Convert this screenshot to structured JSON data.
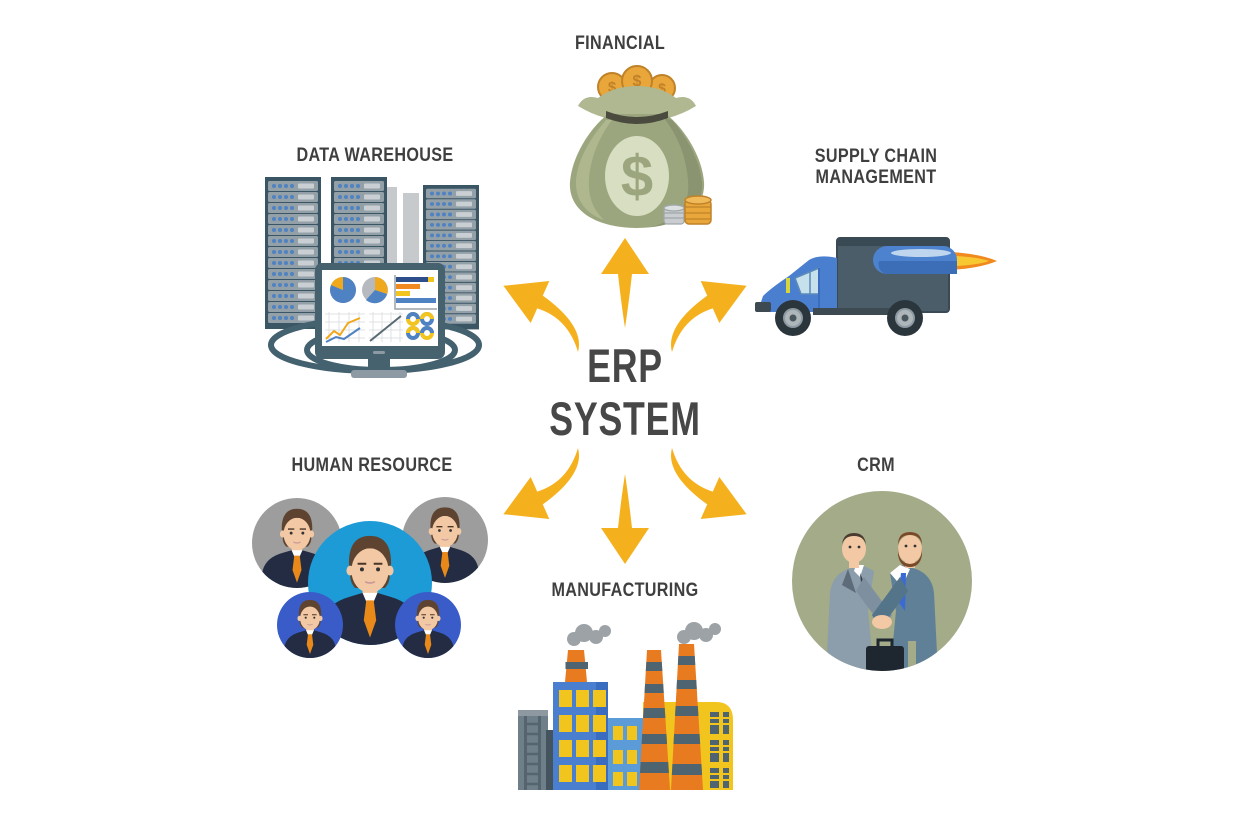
{
  "center": {
    "label_line1": "ERP",
    "label_line2": "SYSTEM"
  },
  "nodes": {
    "financial": {
      "label": "FINANCIAL",
      "icon": "money-bag-icon",
      "currency_symbol": "$"
    },
    "data_warehouse": {
      "label": "DATA WAREHOUSE",
      "icon": "server-racks-monitor-icon"
    },
    "supply_chain": {
      "label": "SUPPLY CHAIN MANAGEMENT",
      "icon": "delivery-truck-rocket-icon"
    },
    "human_resource": {
      "label": "HUMAN RESOURCE",
      "icon": "team-avatars-icon"
    },
    "crm": {
      "label": "CRM",
      "icon": "handshake-circle-icon"
    },
    "manufacturing": {
      "label": "MANUFACTURING",
      "icon": "factory-icon"
    }
  },
  "arrows": [
    "up",
    "upper-left",
    "upper-right",
    "down",
    "lower-left",
    "lower-right"
  ],
  "colors": {
    "arrow": "#F5B01E",
    "label_text": "#3F3F3F",
    "center_text": "#474747",
    "background": "#FFFFFF",
    "bag_green": "#9CA67E",
    "slate_dark": "#3A5564",
    "blue_accent": "#4A7FD0",
    "avatar_blue": "#1D9BD7",
    "avatar_royal": "#3A5CC8",
    "avatar_gray": "#9D9D9D",
    "crm_olive": "#A3AB89",
    "chimney_orange": "#E87A20",
    "window_yellow": "#F2C41E"
  }
}
